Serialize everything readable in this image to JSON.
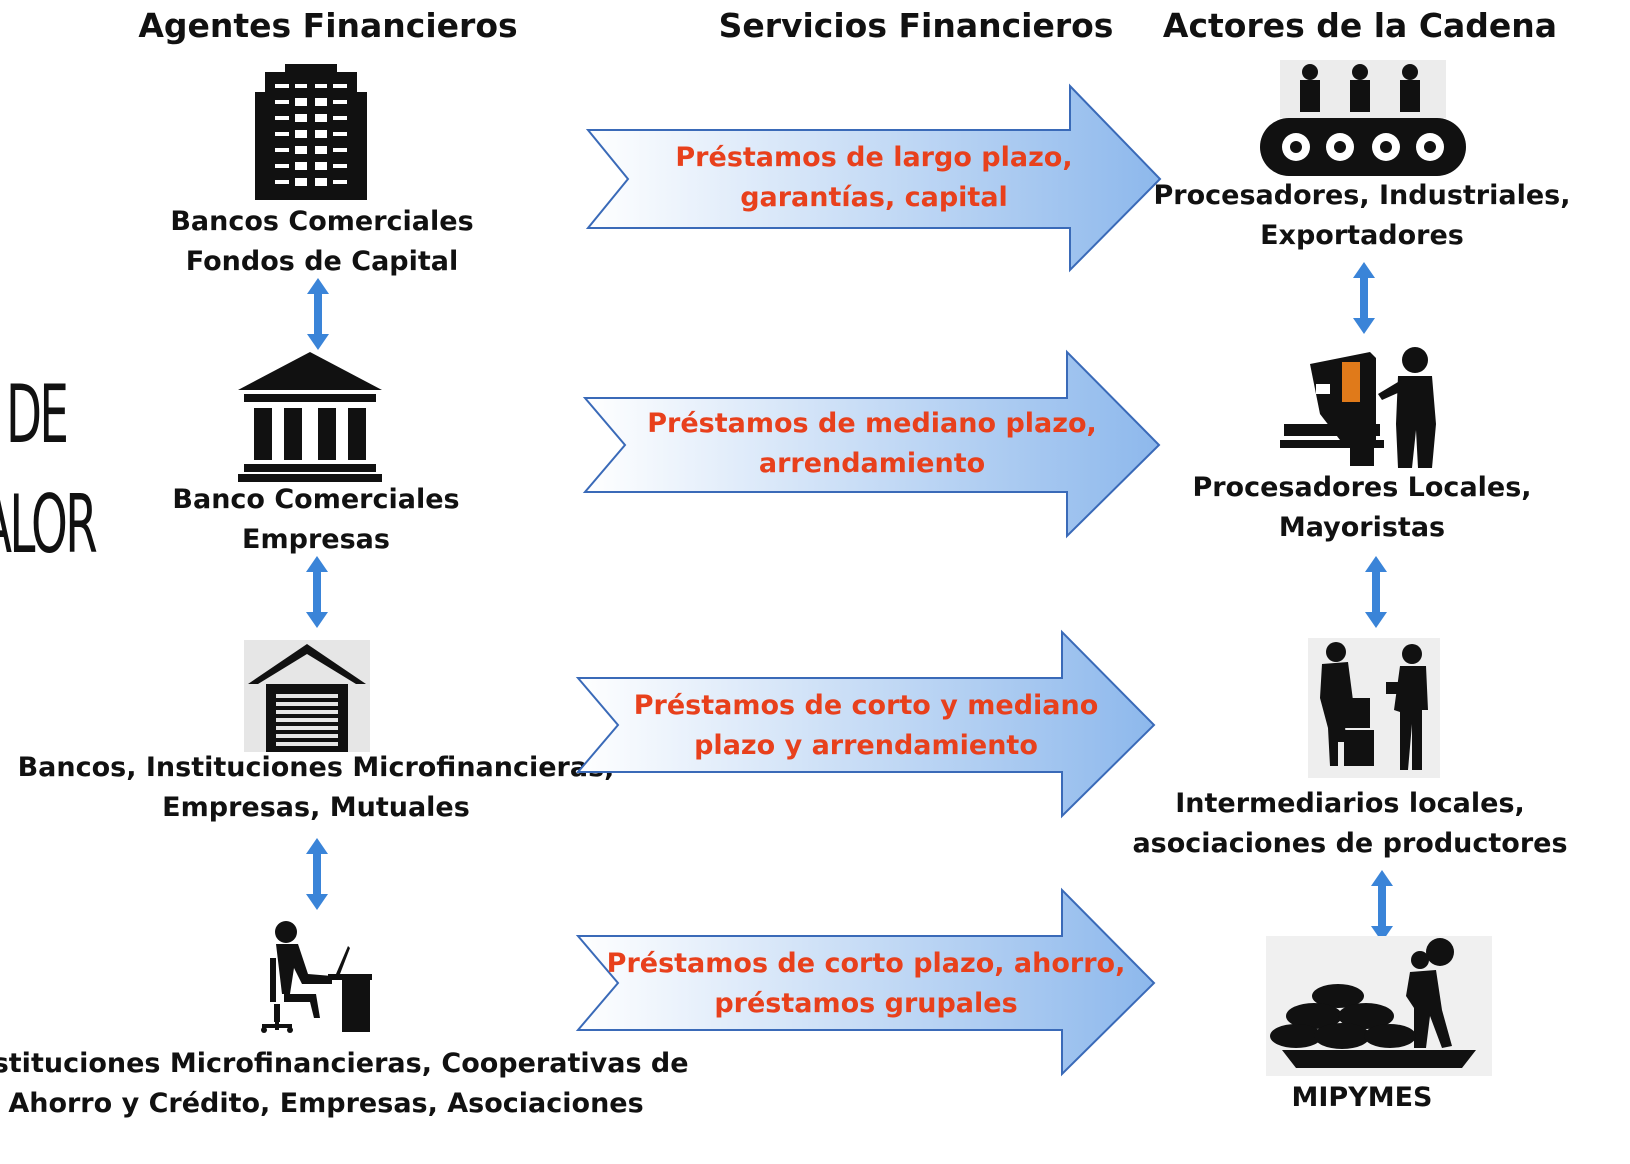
{
  "side_text": {
    "line1": "DE",
    "line2": "ALOR"
  },
  "columns": {
    "agents_title": "Agentes Financieros",
    "services_title": "Servicios Financieros",
    "actors_title": "Actores de la Cadena"
  },
  "agents": [
    {
      "icon": "office-building-icon",
      "line1": "Bancos Comerciales",
      "line2": "Fondos de Capital"
    },
    {
      "icon": "bank-columns-icon",
      "line1": "Banco Comerciales",
      "line2": "Empresas"
    },
    {
      "icon": "garage-house-icon",
      "line1": "Bancos, Instituciones Microfinancieras,",
      "line2": "Empresas, Mutuales"
    },
    {
      "icon": "person-at-desk-icon",
      "line1": "Instituciones Microfinancieras, Cooperativas de",
      "line2": "Ahorro y Crédito, Empresas, Asociaciones"
    }
  ],
  "services": [
    {
      "line1": "Préstamos de largo plazo,",
      "line2": "garantías, capital"
    },
    {
      "line1": "Préstamos de mediano plazo,",
      "line2": "arrendamiento"
    },
    {
      "line1": "Préstamos de corto y mediano",
      "line2": "plazo y arrendamiento"
    },
    {
      "line1": "Préstamos de corto plazo, ahorro,",
      "line2": "préstamos grupales"
    }
  ],
  "actors": [
    {
      "icon": "conveyor-workers-icon",
      "line1": "Procesadores, Industriales,",
      "line2": "Exportadores"
    },
    {
      "icon": "machine-operator-icon",
      "line1": "Procesadores Locales,",
      "line2": "Mayoristas"
    },
    {
      "icon": "porters-silhouette-icon",
      "line1": "Intermediarios locales,",
      "line2": "asociaciones de productores"
    },
    {
      "icon": "farmer-sacks-icon",
      "line1": "MIPYMES",
      "line2": ""
    }
  ],
  "colors": {
    "service_text": "#e8401c",
    "arrow_fill_light": "#ffffff",
    "arrow_fill_dark": "#8db8ec",
    "arrow_stroke": "#3a6ab8",
    "connector": "#3a84d8"
  }
}
